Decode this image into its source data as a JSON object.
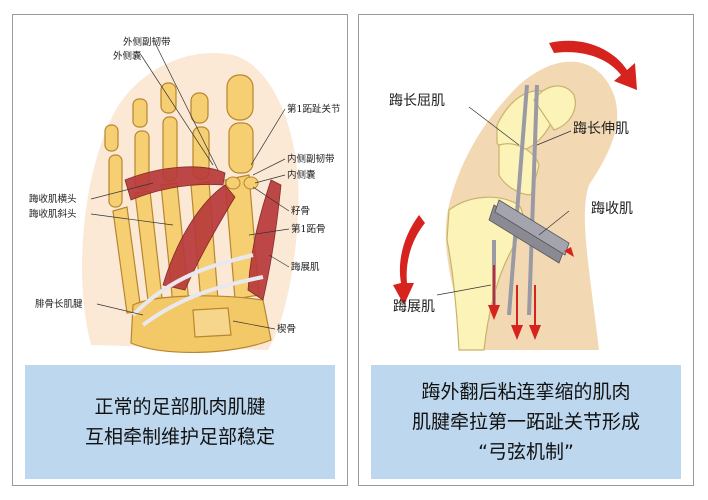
{
  "left": {
    "labels": {
      "lateral_sesamoid_ligament": "外侧副韧带",
      "lateral_capsule": "外侧囊",
      "first_mtp_joint": "第1跖趾关节",
      "medial_collateral_ligament": "内侧副韧带",
      "medial_capsule": "内侧囊",
      "adductor_transverse_head": "踇收肌横头",
      "adductor_oblique_head": "踇收肌斜头",
      "sesamoid": "籽骨",
      "first_metatarsal": "第1跖骨",
      "abductor": "踇展肌",
      "peroneus_longus_tendon": "腓骨长肌腱",
      "cuneiform": "楔骨"
    },
    "caption": [
      "正常的足部肌肉肌腱",
      "互相牵制维护足部稳定"
    ]
  },
  "right": {
    "labels": {
      "flexor_hallucis_longus": "踇长屈肌",
      "extensor_hallucis_longus": "踇长伸肌",
      "adductor_hallucis": "踇收肌",
      "abductor_hallucis": "踇展肌"
    },
    "caption": [
      "踇外翻后粘连挛缩的肌肉",
      "肌腱牵拉第一跖趾关节形成",
      "“弓弦机制”"
    ]
  },
  "colors": {
    "bone": "#f6cf73",
    "bone_outline": "#b8862e",
    "muscle": "#b83a3a",
    "tendon": "#e8e8ee",
    "skin": "#f3d9b3",
    "arrow": "#d6231e",
    "caption_bg": "#bdd7ee"
  }
}
